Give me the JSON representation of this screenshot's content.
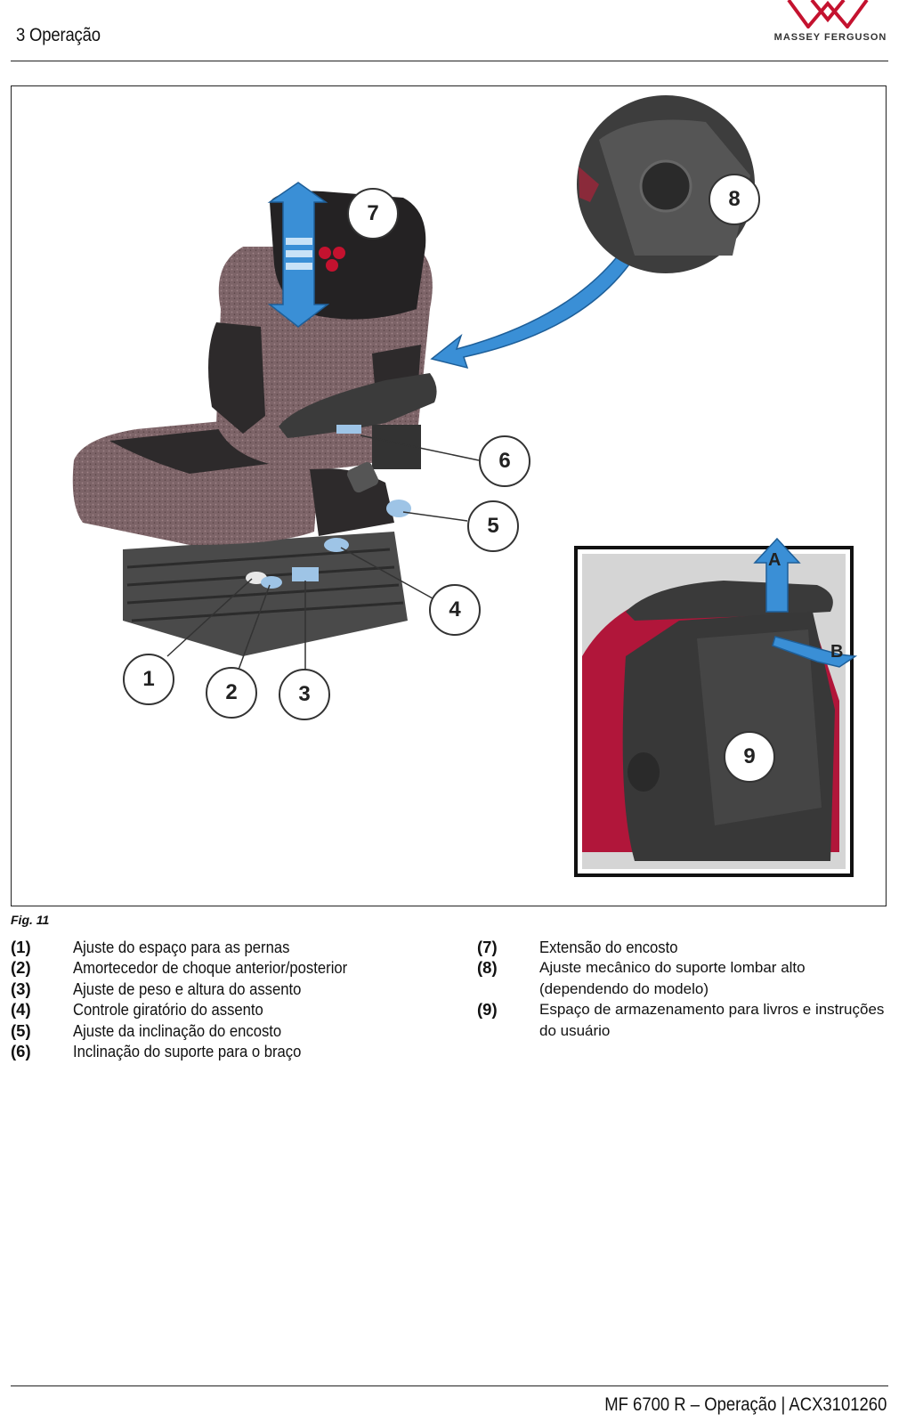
{
  "header": {
    "section_title": "3 Operação",
    "brand": "MASSEY FERGUSON",
    "brand_color": "#c4122f"
  },
  "figure": {
    "caption": "Fig. 11",
    "callouts": [
      "1",
      "2",
      "3",
      "4",
      "5",
      "6",
      "7",
      "8",
      "9"
    ],
    "arrow_labels": [
      "A",
      "B"
    ],
    "accent_color": "#3a8fd6"
  },
  "legend": {
    "left": [
      {
        "num": "(1)",
        "text": "Ajuste do espaço para as pernas"
      },
      {
        "num": "(2)",
        "text": "Amortecedor de choque anterior/posterior"
      },
      {
        "num": "(3)",
        "text": "Ajuste de peso e altura do assento"
      },
      {
        "num": "(4)",
        "text": "Controle giratório do assento"
      },
      {
        "num": "(5)",
        "text": "Ajuste da inclinação do encosto"
      },
      {
        "num": "(6)",
        "text": "Inclinação do suporte para o braço"
      }
    ],
    "right": [
      {
        "num": "(7)",
        "text": "Extensão do encosto"
      },
      {
        "num": "(8)",
        "text": "Ajuste mecânico do suporte lombar alto (dependendo do modelo)"
      },
      {
        "num": "(9)",
        "text": "Espaço de armazenamento para livros e instruções do usuário"
      }
    ]
  },
  "footer": {
    "text": "MF 6700 R – Operação | ACX3101260"
  }
}
